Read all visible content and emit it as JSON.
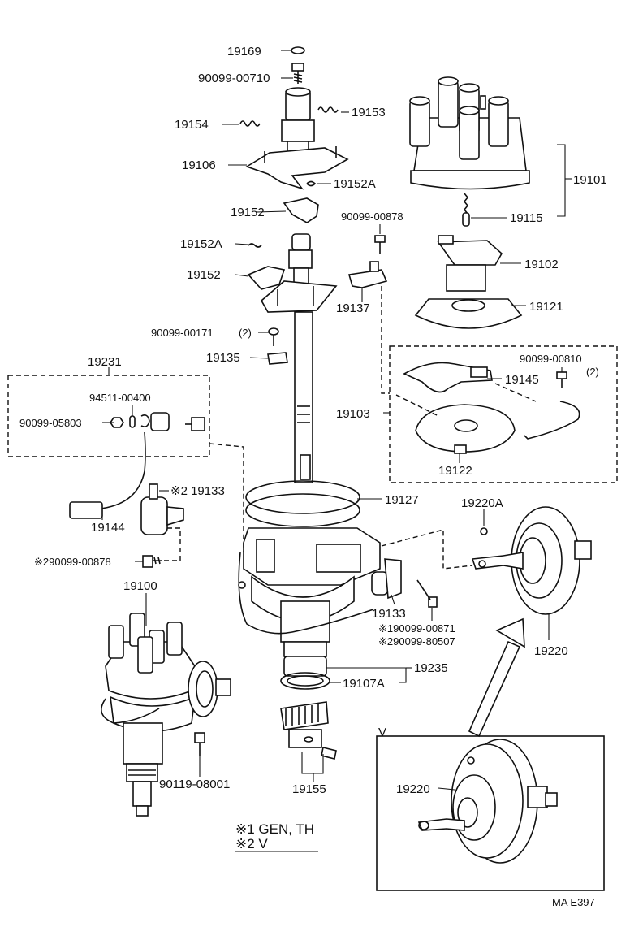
{
  "labels": {
    "p19169": "19169",
    "p90099_00710": "90099-00710",
    "p19153": "19153",
    "p19154": "19154",
    "p19106": "19106",
    "p19152A_top": "19152A",
    "p19152_top": "19152",
    "p19152A_mid": "19152A",
    "p19152_mid": "19152",
    "p90099_00171": "90099-00171",
    "p90099_00171_qty": "(2)",
    "p19135": "19135",
    "p19231": "19231",
    "p94511_00400": "94511-00400",
    "p90099_05803": "90099-05803",
    "p19101": "19101",
    "p19115": "19115",
    "p90099_00878": "90099-00878",
    "p19102": "19102",
    "p19121": "19121",
    "p19137": "19137",
    "p90099_00810": "90099-00810",
    "p90099_00810_qty": "(2)",
    "p19145": "19145",
    "p19103": "19103",
    "p19122": "19122",
    "p19127": "19127",
    "p19220A": "19220A",
    "p19133_left": "※2 19133",
    "p19144": "19144",
    "p290099_00878": "※290099-00878",
    "p19100": "19100",
    "p19133_right": "19133",
    "p190099_00871": "※190099-00871",
    "p290099_80507": "※290099-80507",
    "p19220": "19220",
    "p19107A": "19107A",
    "p19235": "19235",
    "p90119_08001": "90119-08001",
    "p19155": "19155",
    "view_v": "V",
    "p19220_view": "19220",
    "ref_code": "MA E397"
  },
  "notes": {
    "note1": "※1 GEN, TH",
    "note2": "※2 V"
  }
}
